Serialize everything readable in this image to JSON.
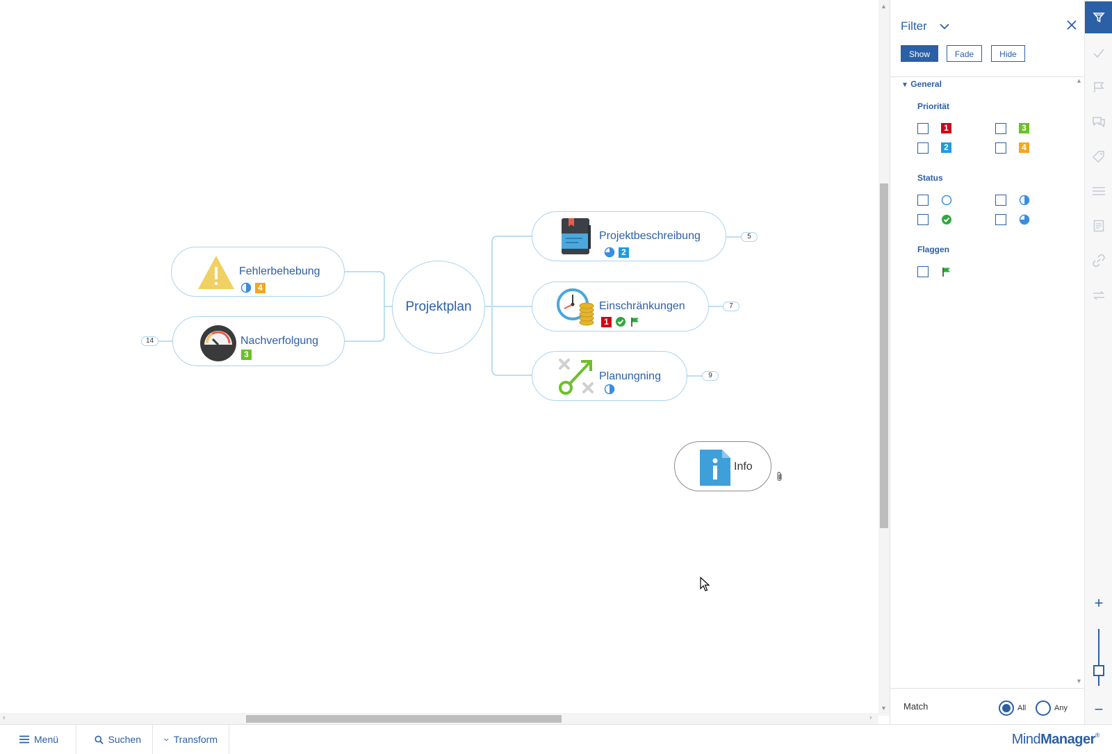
{
  "app": {
    "brand_light": "Mind",
    "brand_bold": "Manager",
    "brand_mark": "®"
  },
  "map": {
    "central": "Projektplan",
    "left_topics": [
      {
        "label": "Fehlerbehebung",
        "icon": "warning-icon",
        "markers": [
          "status-half",
          "priority-4"
        ]
      },
      {
        "label": "Nachverfolgung",
        "icon": "gauge-icon",
        "markers": [
          "priority-3"
        ],
        "child_count": "14"
      }
    ],
    "right_topics": [
      {
        "label": "Projektbeschreibung",
        "icon": "notebook-icon",
        "markers": [
          "status-three-quarter",
          "priority-2"
        ],
        "child_count": "5"
      },
      {
        "label": "Einschränkungen",
        "icon": "clock-coins-icon",
        "markers": [
          "priority-1",
          "status-complete",
          "flag-green"
        ],
        "child_count": "7"
      },
      {
        "label": "Planungning",
        "icon": "planning-arrow-icon",
        "markers": [
          "status-half"
        ],
        "child_count": "9"
      }
    ],
    "floating_topic": {
      "label": "Info",
      "icon": "info-document-icon",
      "attachment": "paperclip-icon"
    }
  },
  "filter": {
    "title": "Filter",
    "modes": [
      "Show",
      "Fade",
      "Hide"
    ],
    "active_mode": "Show",
    "section": "General",
    "groups": {
      "priority": {
        "title": "Priorität",
        "items": [
          "1",
          "3",
          "2",
          "4"
        ]
      },
      "status": {
        "title": "Status",
        "items": [
          "status-empty",
          "status-half",
          "status-complete",
          "status-three-quarter"
        ]
      },
      "flags": {
        "title": "Flaggen",
        "items": [
          "flag-green"
        ]
      }
    },
    "match": {
      "label": "Match",
      "options": [
        "All",
        "Any"
      ],
      "selected": "All"
    }
  },
  "rail": {
    "icons": [
      "filter-icon",
      "check-icon",
      "flag-icon",
      "comments-icon",
      "tag-icon",
      "list-icon",
      "notes-icon",
      "link-icon",
      "relationship-icon"
    ],
    "zoom_in": "+",
    "zoom_out": "−"
  },
  "bottombar": {
    "menu": "Menü",
    "search": "Suchen",
    "transform": "Transform"
  },
  "colors": {
    "accent": "#2b5fa6",
    "priority_1": "#d0021b",
    "priority_2": "#1e9be0",
    "priority_3": "#6cbf2a",
    "priority_4": "#f5a623",
    "status_complete": "#2eaa3c",
    "flag_green": "#2eaa3c",
    "connector": "#a9d3ee"
  }
}
